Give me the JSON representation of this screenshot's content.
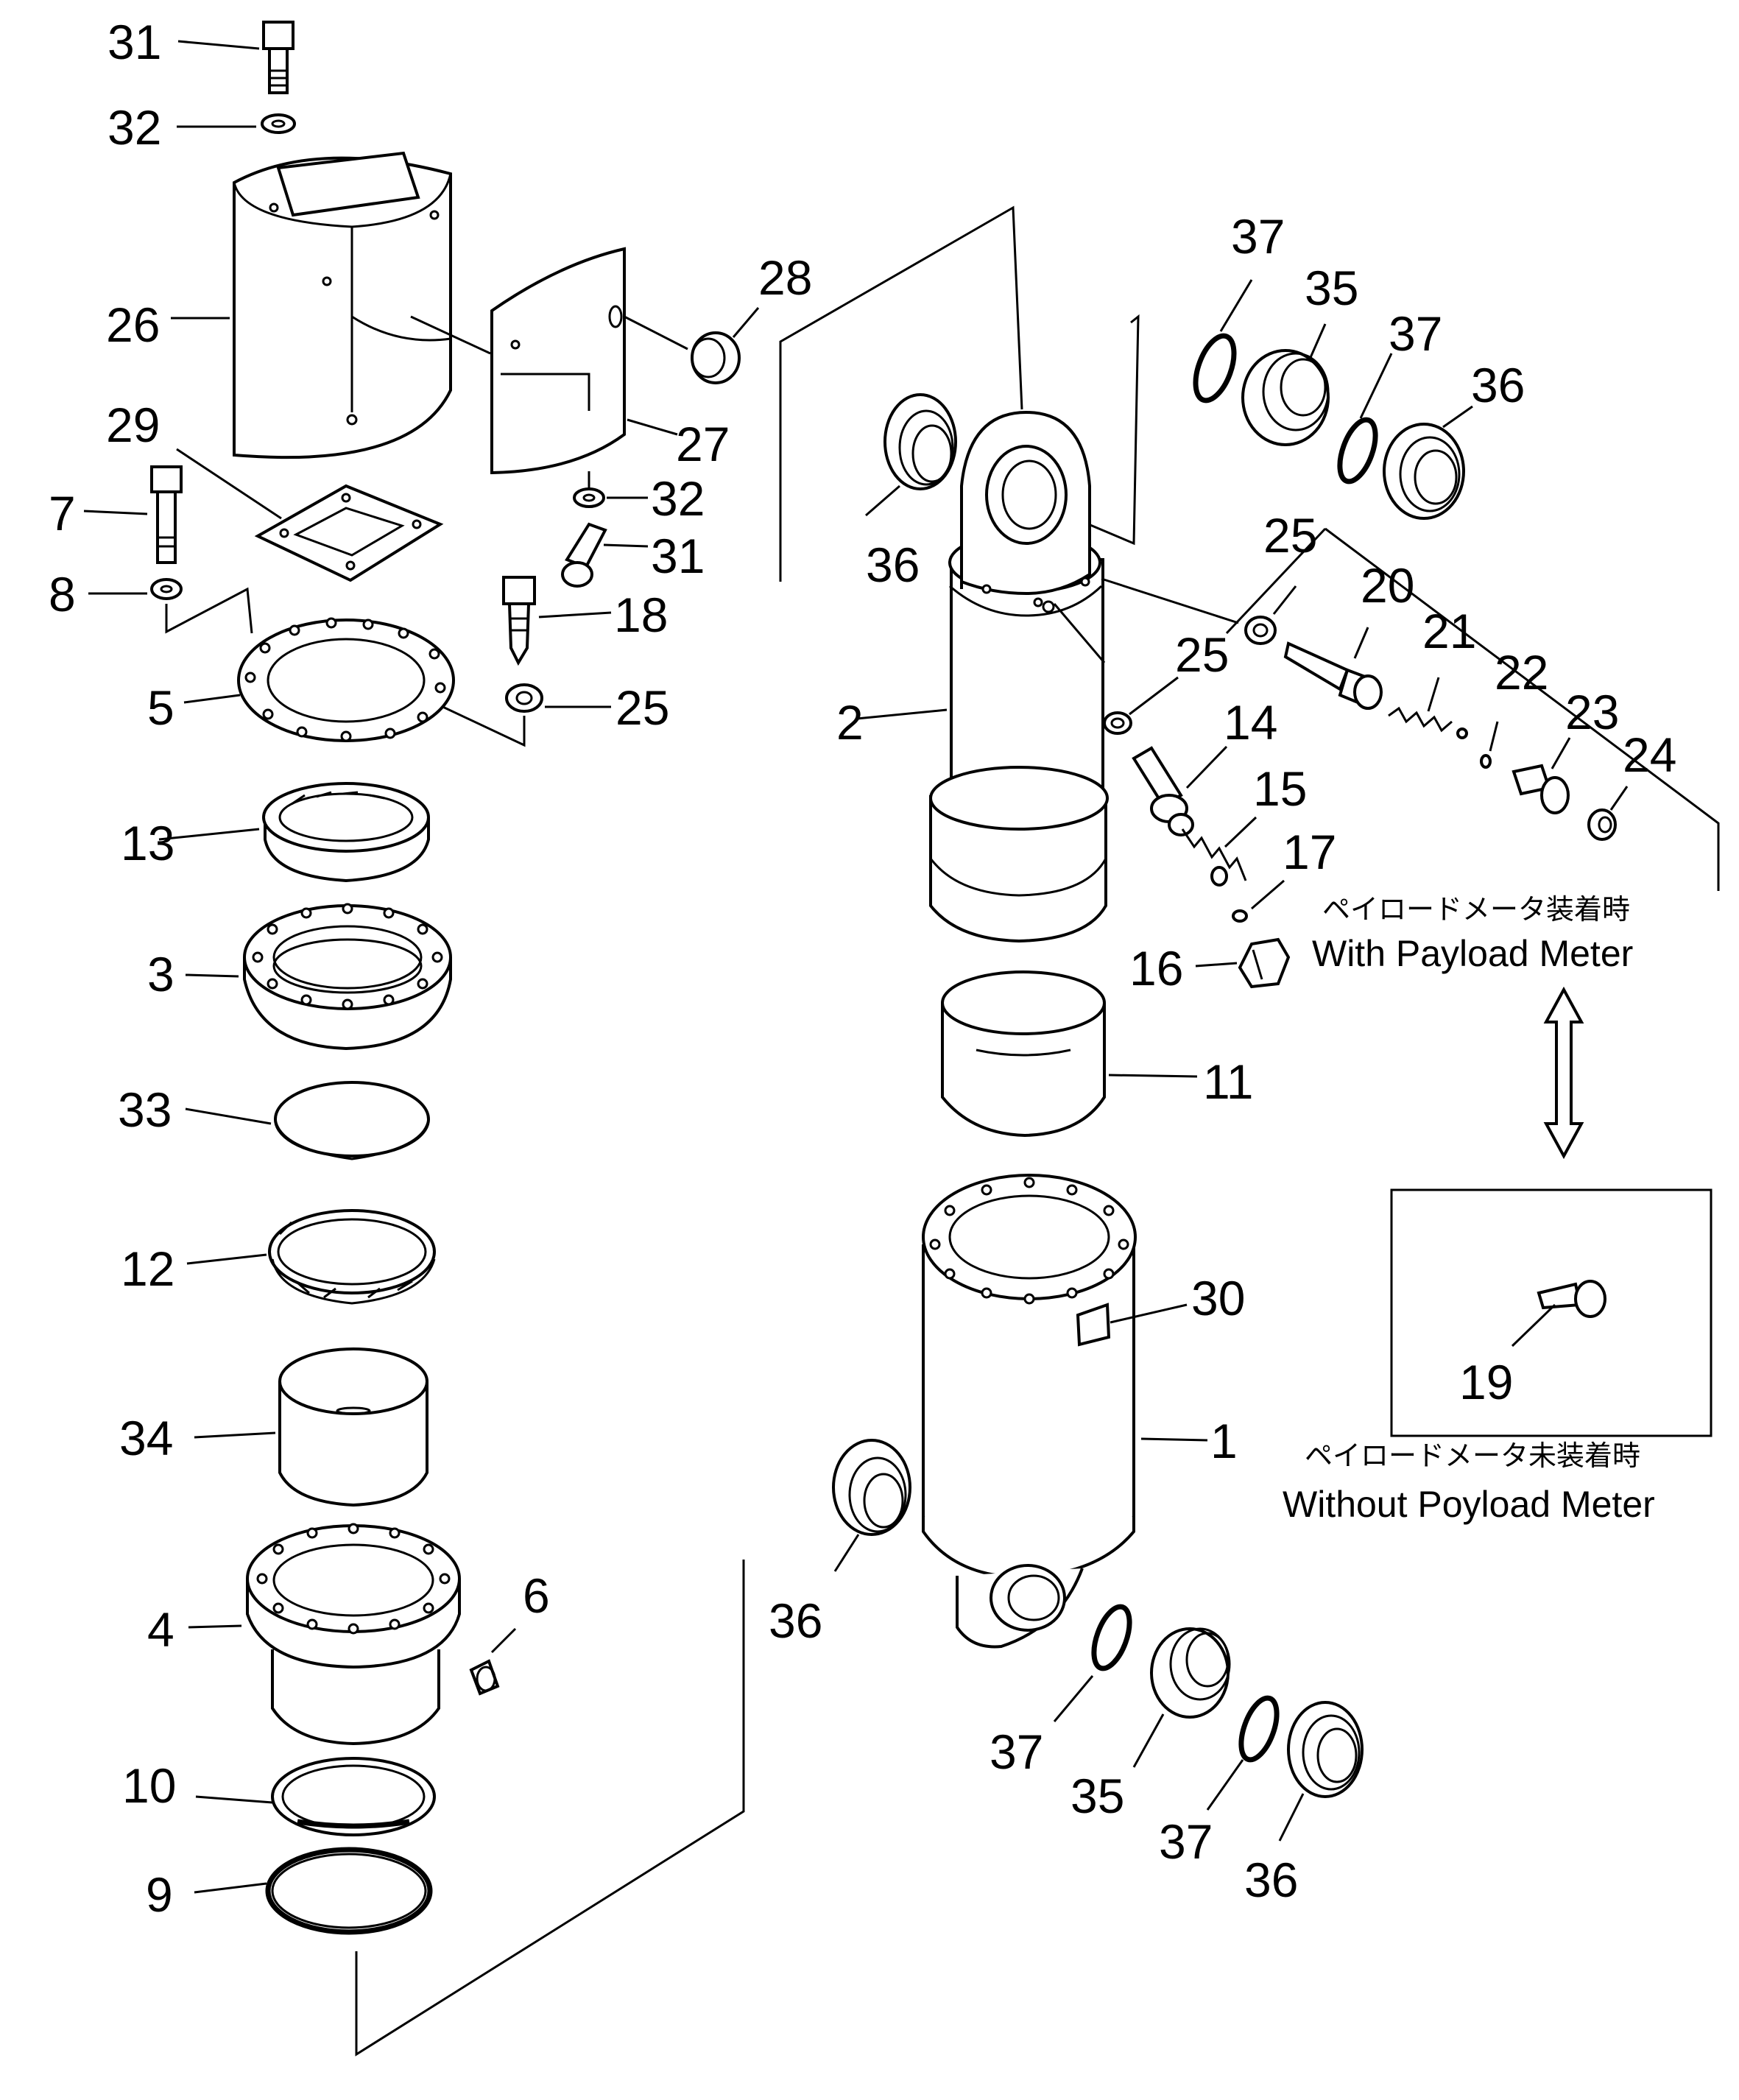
{
  "callouts": {
    "c31a": "31",
    "c32a": "32",
    "c26": "26",
    "c28": "28",
    "c27": "27",
    "c32b": "32",
    "c31b": "31",
    "c29": "29",
    "c7": "7",
    "c8": "8",
    "c18": "18",
    "c5": "5",
    "c25a": "25",
    "c13": "13",
    "c3": "3",
    "c33": "33",
    "c12": "12",
    "c34": "34",
    "c4": "4",
    "c6": "6",
    "c10": "10",
    "c9": "9",
    "c37a": "37",
    "c35a": "35",
    "c37b": "37",
    "c36a": "36",
    "c36b": "36",
    "c25b": "25",
    "c20": "20",
    "c21": "21",
    "c22": "22",
    "c23": "23",
    "c24": "24",
    "c25c": "25",
    "c14": "14",
    "c15": "15",
    "c17": "17",
    "c2": "2",
    "c16": "16",
    "c11": "11",
    "c30": "30",
    "c1": "1",
    "c19": "19",
    "c36c": "36",
    "c37c": "37",
    "c35b": "35",
    "c37d": "37",
    "c36d": "36"
  },
  "captions": {
    "with_jp": "ペイロードメータ装着時",
    "with_en": "With Payload Meter",
    "without_jp": "ペイロードメータ未装着時",
    "without_en": "Without Poyload Meter"
  }
}
